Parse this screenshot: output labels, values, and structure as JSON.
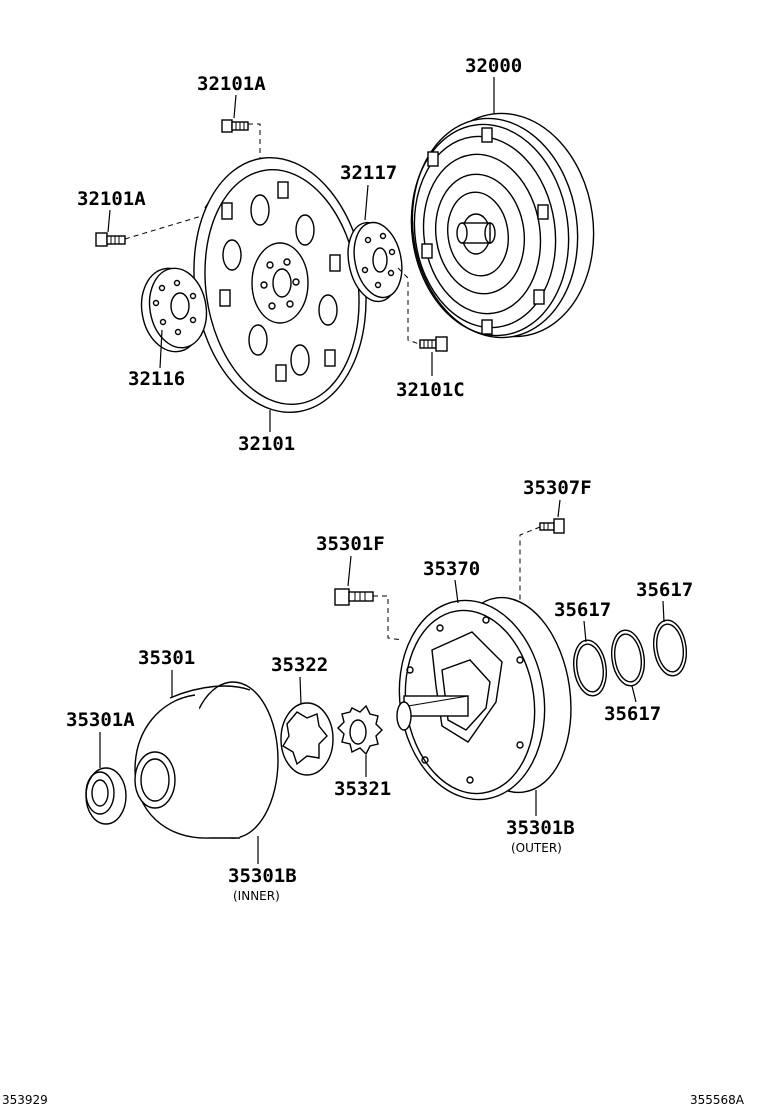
{
  "diagram": {
    "labels": {
      "p32101A_top": "32101A",
      "p32000": "32000",
      "p32101A_left": "32101A",
      "p32117": "32117",
      "p32116": "32116",
      "p32101C": "32101C",
      "p32101": "32101",
      "p35307F": "35307F",
      "p35301F": "35301F",
      "p35370": "35370",
      "p35617_a": "35617",
      "p35617_b": "35617",
      "p35617_c": "35617",
      "p35301": "35301",
      "p35322": "35322",
      "p35301A": "35301A",
      "p35321": "35321",
      "p35301B_outer": "35301B",
      "p35301B_inner": "35301B"
    },
    "sublabels": {
      "outer": "(OUTER)",
      "inner": "(INNER)"
    },
    "codes": {
      "left": "353929",
      "right": "355568A"
    }
  }
}
